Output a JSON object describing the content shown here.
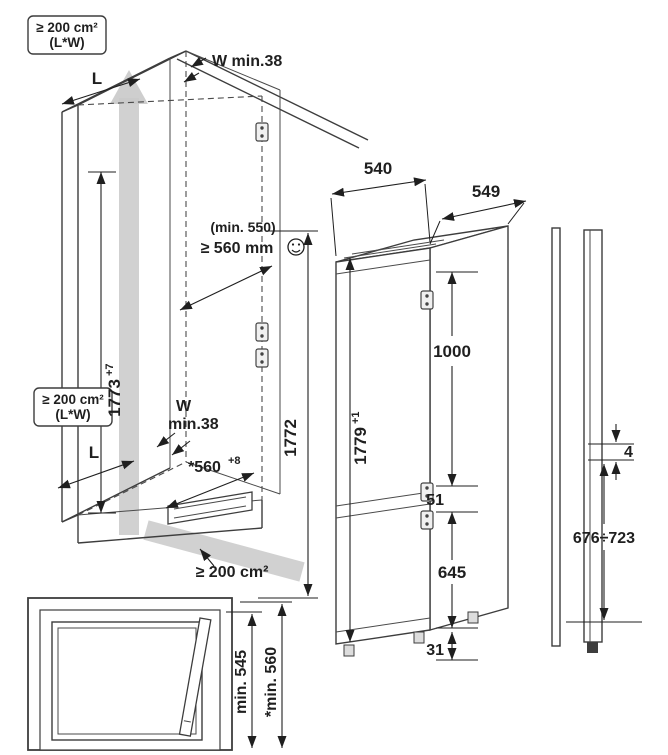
{
  "meta": {
    "title": "Built-in refrigerator installation dimensions diagram",
    "type": "technical-line-drawing"
  },
  "colors": {
    "line": "#3d3d3d",
    "dim": "#1f1f1f",
    "airflow": "#c9c9c9",
    "bg": "#ffffff"
  },
  "vent_requirements": {
    "top_box": {
      "line1": "≥ 200 cm²",
      "line2": "(L*W)"
    },
    "left_box": {
      "line1": "≥ 200 cm²",
      "line2": "(L*W)"
    },
    "bottom": "≥ 200 cm²"
  },
  "niche": {
    "top_length": "L",
    "top_wall": "W min.38",
    "depth_note": "(min. 550)",
    "depth_req": "≥ 560 mm",
    "height_main": "1773",
    "height_tol": "+7",
    "side_wall_w": "W",
    "side_wall_min": "min.38",
    "side_length": "L",
    "width_main": "*560",
    "width_tol": "+8",
    "inner_height": "1772"
  },
  "appliance": {
    "depth_top": "540",
    "depth_total": "549",
    "height_main": "1779",
    "height_tol": "+1",
    "upper_door": "1000",
    "gap": "51",
    "lower_door": "645",
    "plinth": "31"
  },
  "door_panel": {
    "gap": "4",
    "range": "676÷723"
  },
  "top_view": {
    "depth_min": "min. 545",
    "depth_min_star": "*min. 560"
  }
}
